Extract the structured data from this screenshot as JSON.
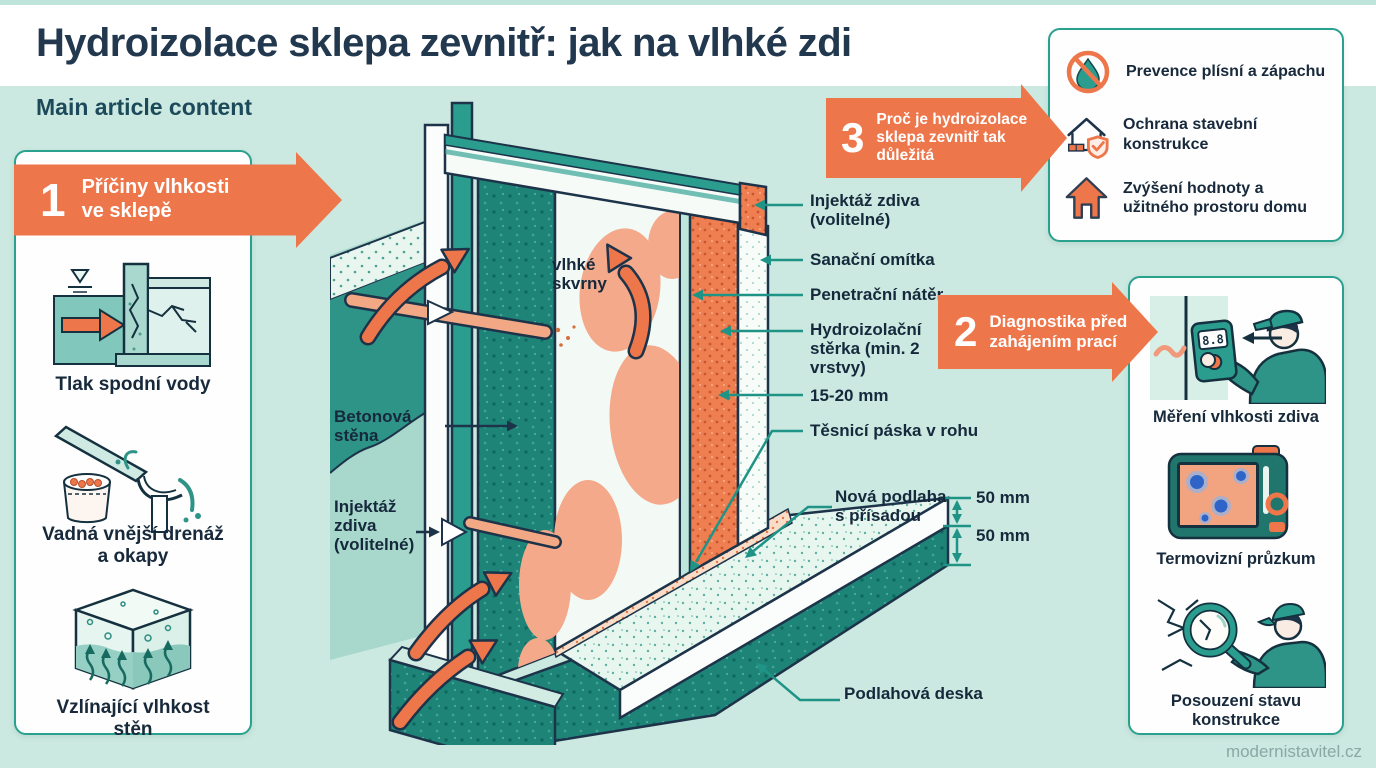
{
  "page": {
    "title": "Hydroizolace sklepa zevnitř: jak na vlhké zdi",
    "subtitle": "Main article content",
    "watermark": "modernistavitel.cz"
  },
  "colors": {
    "accent_orange": "#EE764B",
    "teal": "#2A9D8F",
    "dark_teal": "#1E8478",
    "navy": "#1D3349",
    "mint_background": "#CBE9E0",
    "damp_salmon": "#F4A98A"
  },
  "sections": {
    "causes": {
      "number": "1",
      "title": "Příčiny vlhkosti ve sklepě",
      "items": [
        {
          "icon": "groundwater-pressure-illustration",
          "label": "Tlak spodní vody"
        },
        {
          "icon": "gutter-drainage-illustration",
          "label": "Vadná vnější drenáž a okapy"
        },
        {
          "icon": "rising-damp-illustration",
          "label": "Vzlínající vlhkost stěn"
        }
      ]
    },
    "diagnostics": {
      "number": "2",
      "title": "Diagnostika před zahájením prací",
      "items": [
        {
          "icon": "moisture-meter-illustration",
          "label": "Měření vlhkosti zdiva"
        },
        {
          "icon": "thermal-camera-illustration",
          "label": "Termovizní průzkum"
        },
        {
          "icon": "crack-inspection-illustration",
          "label": "Posouzení stavu konstrukce"
        }
      ]
    },
    "importance": {
      "number": "3",
      "title": "Proč je hydroizolace sklepa zevnitř tak důležitá",
      "items": [
        {
          "icon": "no-mold-drop-icon",
          "label": "Prevence plísní a zápachu"
        },
        {
          "icon": "house-shield-icon",
          "label": "Ochrana stavební konstrukce"
        },
        {
          "icon": "house-value-up-icon",
          "label": "Zvýšení hodnoty a užitného prostoru domu"
        }
      ]
    }
  },
  "diagram": {
    "damp_spots": "vlhké skvrny",
    "concrete_wall": "Betonová stěna",
    "injection_left": "Injektáž zdiva (volitelné)",
    "injection_right": "Injektáž zdiva (volitelné)",
    "render_coat": "Sanační omítka",
    "primer": "Penetrační nátěr",
    "slurry": "Hydroizolační stěrka (min. 2 vrstvy)",
    "thickness": "15-20 mm",
    "corner_tape": "Těsnicí páska v rohu",
    "new_floor": "Nová podlaha s přísadou",
    "floor_slab": "Podlahová deska",
    "dim_top": "50 mm",
    "dim_bottom": "50 mm",
    "meter_reading": "8.8"
  }
}
